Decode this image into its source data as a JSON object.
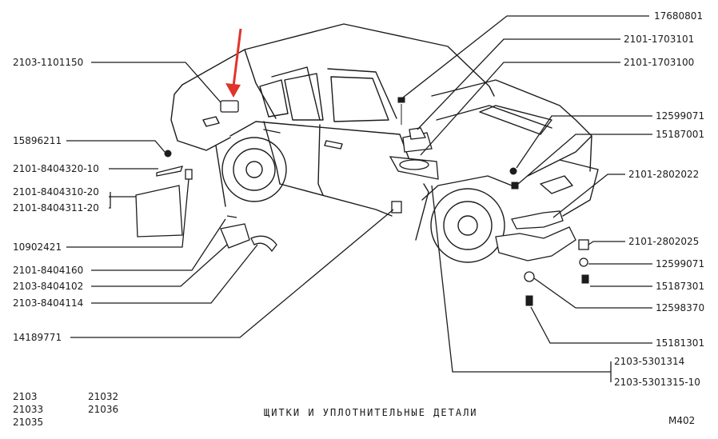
{
  "title": "ЩИТКИ И УПЛОТНИТЕЛЬНЫЕ ДЕТАЛИ",
  "sheet_code": "М402",
  "models": [
    "2103",
    "21033",
    "21035",
    "21032",
    "21036"
  ],
  "colors": {
    "arrow": "#e0342b",
    "ink": "#1c1c1c",
    "background": "#ffffff"
  },
  "left_labels": [
    "2103-1101150",
    "15896211",
    "2101-8404320-10",
    "2101-8404310-20",
    "2101-8404311-20",
    "10902421",
    "2101-8404160",
    "2103-8404102",
    "2103-8404114",
    "14189771"
  ],
  "right_labels": [
    "17680801",
    "2101-1703101",
    "2101-1703100",
    "12599071",
    "15187001",
    "2101-2802022",
    "2101-2802025",
    "12599071",
    "15187301",
    "12598370",
    "15181301",
    "2103-5301314",
    "2103-5301315-10"
  ]
}
